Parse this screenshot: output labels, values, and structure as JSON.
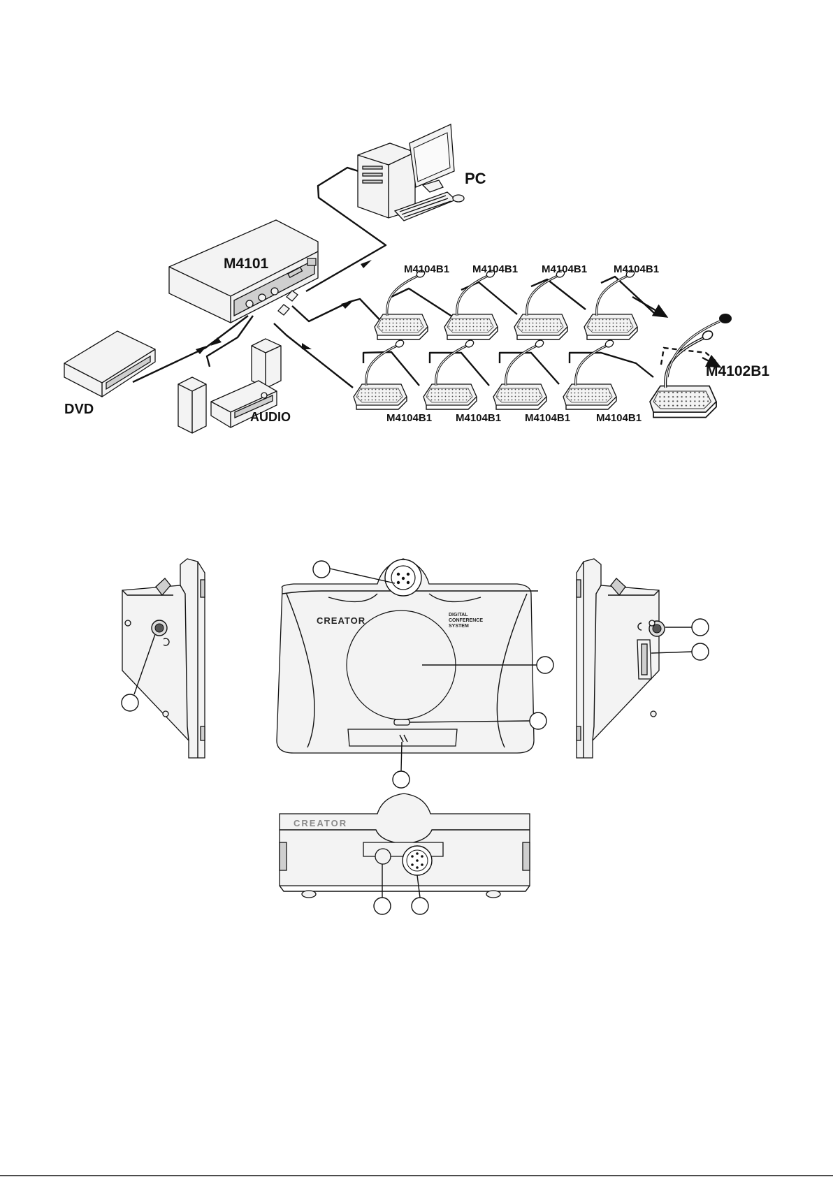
{
  "connection_diagram": {
    "pc_label": "PC",
    "main_unit_label": "M4101",
    "dvd_label": "DVD",
    "audio_label": "AUDIO",
    "chairman_label": "M4102B1",
    "delegate_label": "M4104B1"
  },
  "unit_views": {
    "brand_top": "CREATOR",
    "brand_front": "CREATOR",
    "system_text_line1": "DIGITAL",
    "system_text_line2": "CONFERENCE",
    "system_text_line3": "SYSTEM"
  }
}
